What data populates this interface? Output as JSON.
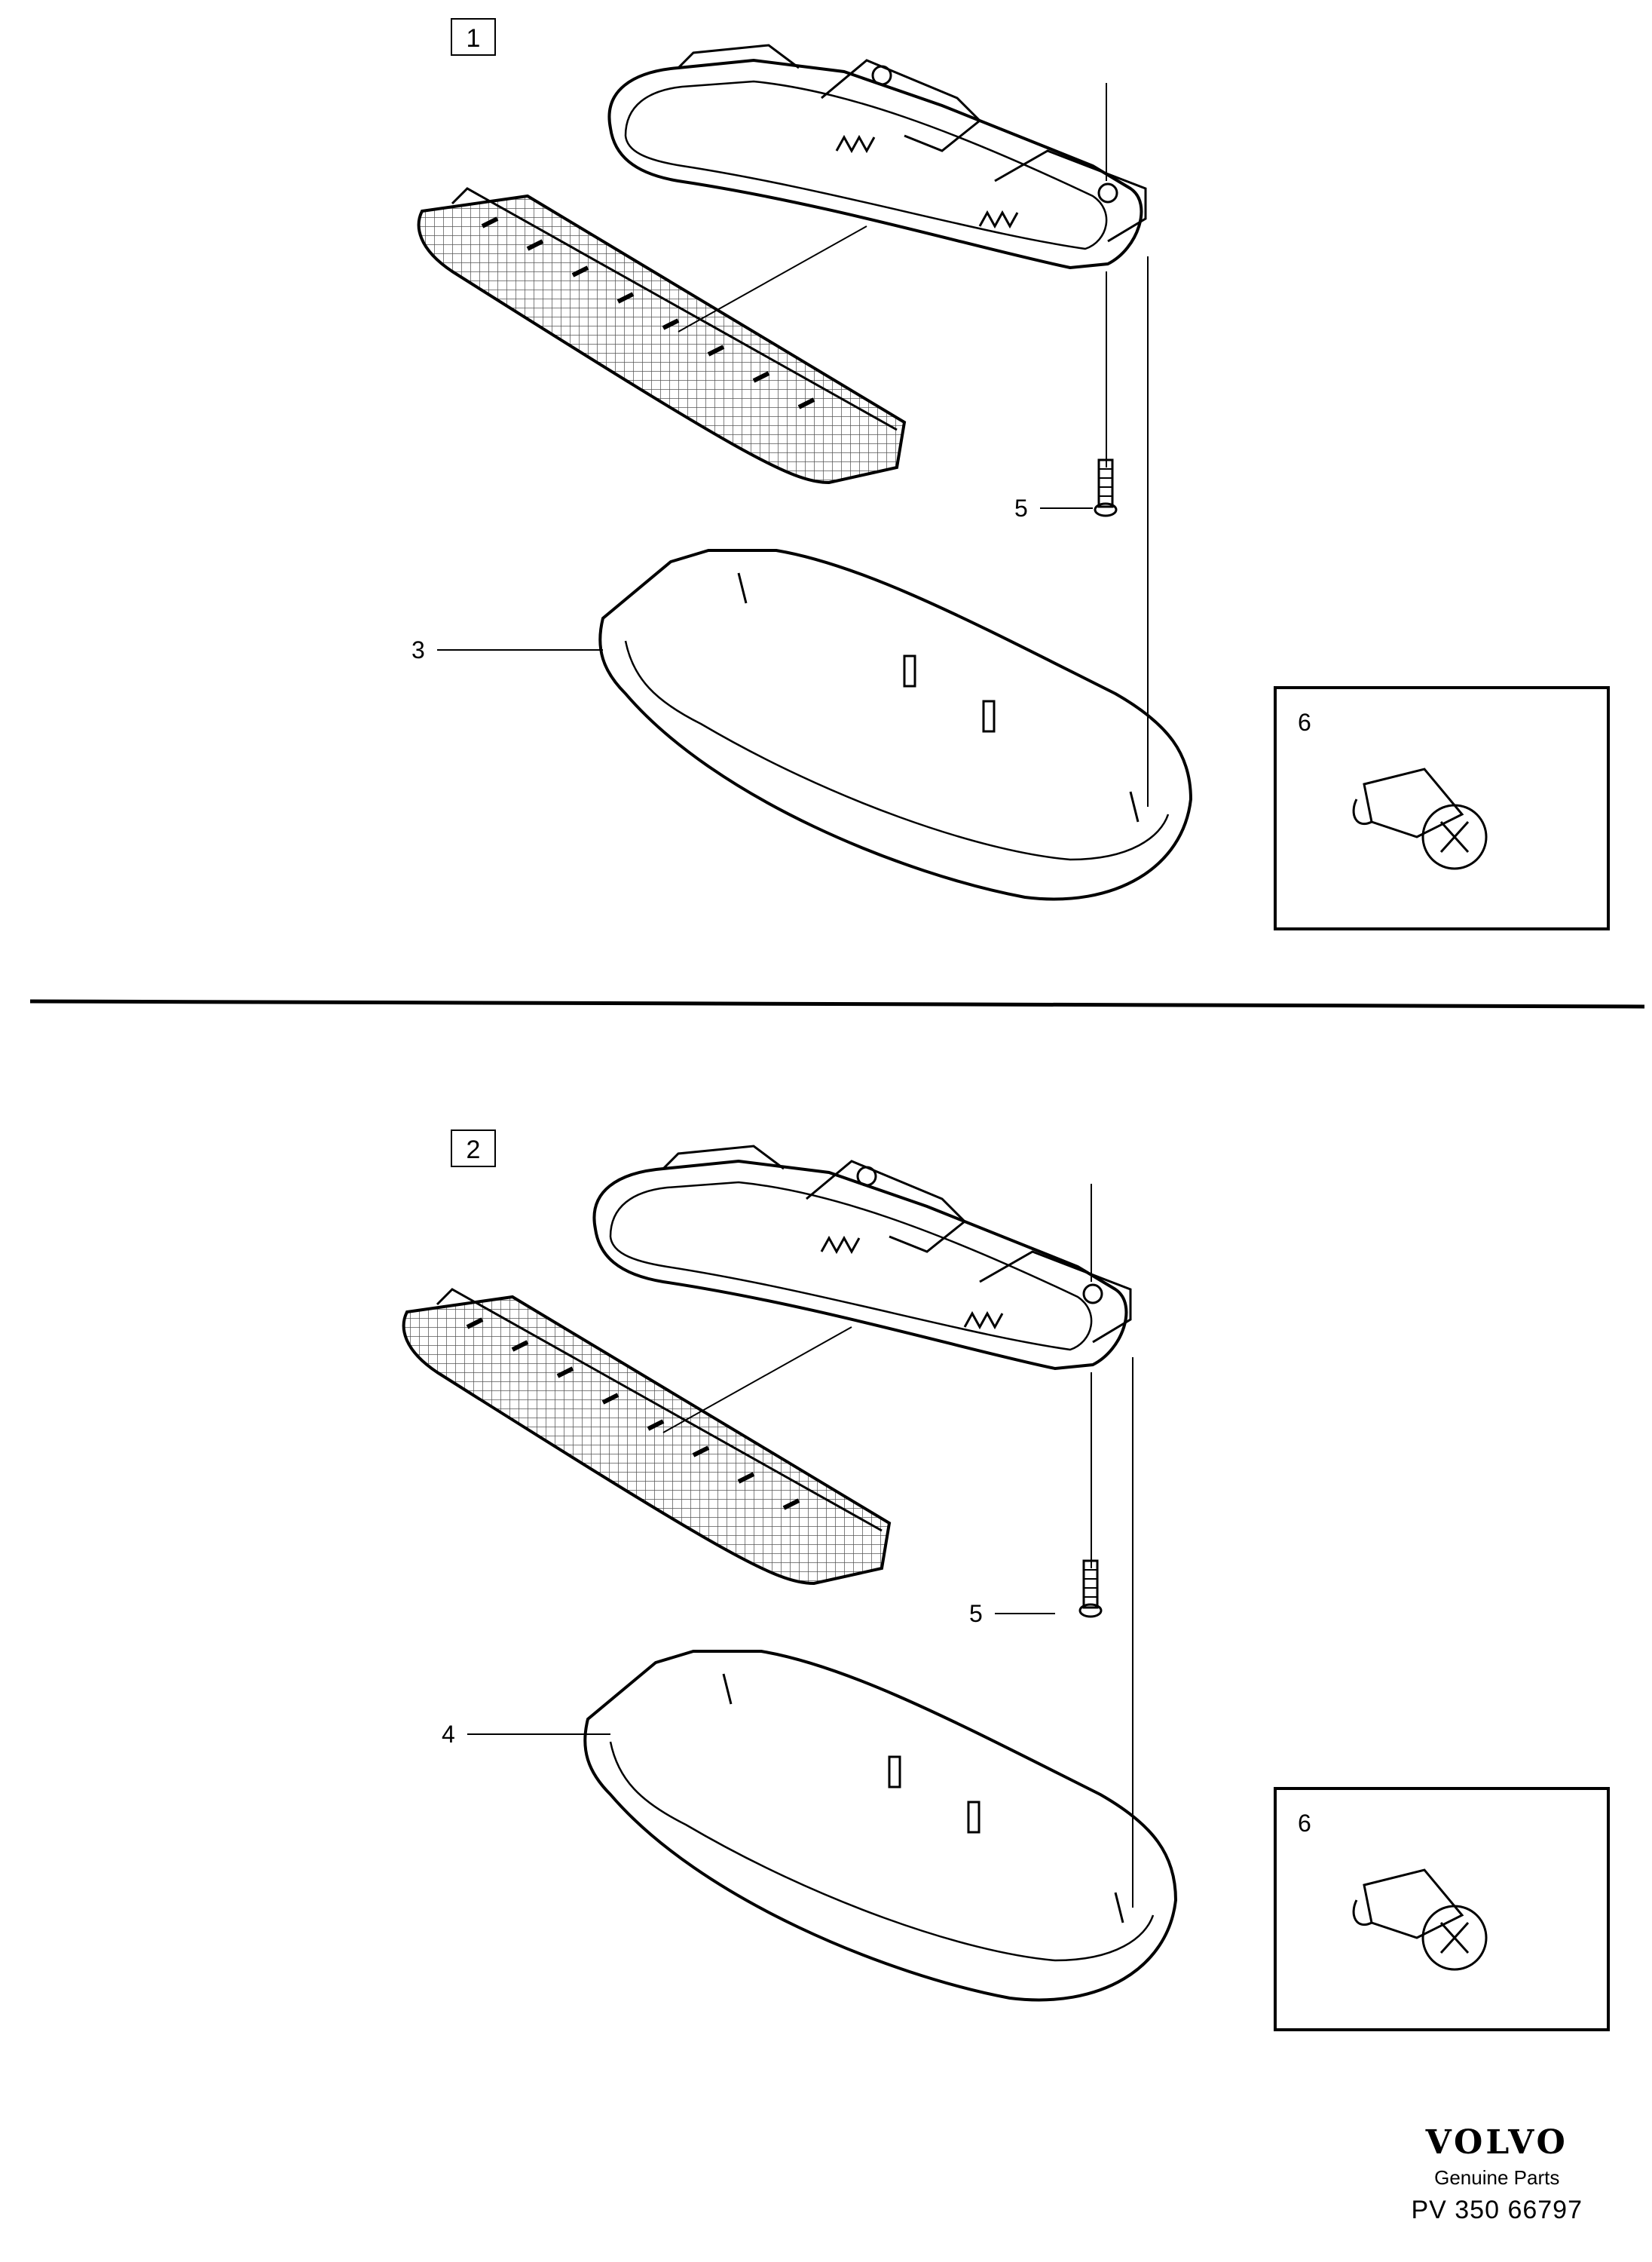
{
  "diagram": {
    "variants": [
      {
        "number": "1",
        "housing_callout": "3",
        "screw_callout": "5"
      },
      {
        "number": "2",
        "housing_callout": "4",
        "screw_callout": "5"
      }
    ],
    "insets": [
      {
        "label": "6"
      },
      {
        "label": "6"
      }
    ]
  },
  "branding": {
    "logo": "VOLVO",
    "subtitle": "Genuine Parts",
    "code": "PV 350 66797"
  }
}
